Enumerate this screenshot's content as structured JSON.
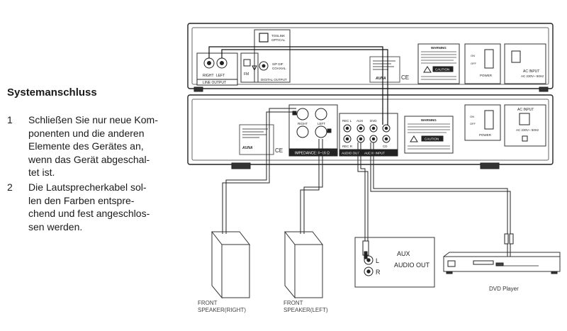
{
  "instructions": {
    "title": "Systemanschluss",
    "items": [
      {
        "num": "1",
        "lines": [
          "Schließen Sie nur neue Kom-",
          "ponenten und die anderen",
          "Elemente des Gerätes an,",
          "wenn das Gerät abgeschal-",
          "tet ist."
        ]
      },
      {
        "num": "2",
        "lines": [
          "Die Lautsprecherkabel sol-",
          "len den Farben entspre-",
          "chend und fest angeschlos-",
          "sen werden."
        ]
      }
    ]
  },
  "diagram": {
    "top_unit": {
      "line_output": "LINE OUTPUT",
      "right": "RIGHT",
      "left": "LEFT",
      "fm": "FM",
      "toslink": "TOSLINK",
      "optical": "OPTICAL",
      "spdif": "S/P DIF",
      "coaxial": "COAXIAL",
      "digital_output": "DIGITAL OUTPUT",
      "warning": "WARNING",
      "caution": "CAUTION",
      "on": "ON",
      "off": "OFF",
      "power": "POWER",
      "ac_input": "AC INPUT",
      "ac_rating": "AC 230V~ 50Hz",
      "brand": "AUNA"
    },
    "bottom_unit": {
      "impedance": "IMPEDANCE: 8~16 Ω",
      "right": "RIGHT",
      "left": "LEFT",
      "rec_l": "REC L",
      "rec_r": "REC R",
      "aux": "AUX",
      "dvd": "DVD",
      "cd": "CD",
      "audio_out": "AUDIO OUT",
      "audio_input": "AUDIO INPUT",
      "warning": "WARNING",
      "caution": "CAUTION",
      "on": "ON",
      "off": "OFF",
      "power": "POWER",
      "ac_input": "AC INPUT",
      "ac_rating": "AC 230V~ 50Hz",
      "brand": "AUNA"
    },
    "aux_box": {
      "l": "L",
      "r": "R",
      "aux": "AUX",
      "audio_out": "AUDIO OUT"
    },
    "dvd_label": "DVD Player",
    "front_right": [
      "FRONT",
      "SPEAKER(RIGHT)"
    ],
    "front_left": [
      "FRONT",
      "SPEAKER(LEFT)"
    ]
  }
}
